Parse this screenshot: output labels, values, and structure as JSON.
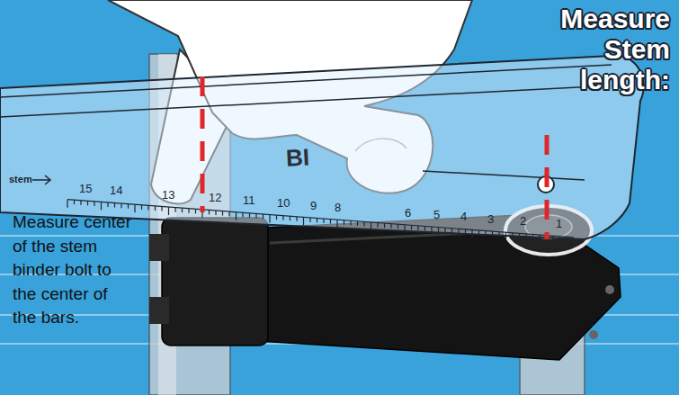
{
  "diagram": {
    "title": "Measure Stem length:",
    "labels": [
      "Measure center of the stem binder bolt to the center of the bars.",
      "stem",
      "15",
      "14",
      "13",
      "12",
      "11",
      "10",
      "9",
      "8",
      "6",
      "5",
      "4",
      "3",
      "2",
      "1",
      "BI"
    ]
  }
}
